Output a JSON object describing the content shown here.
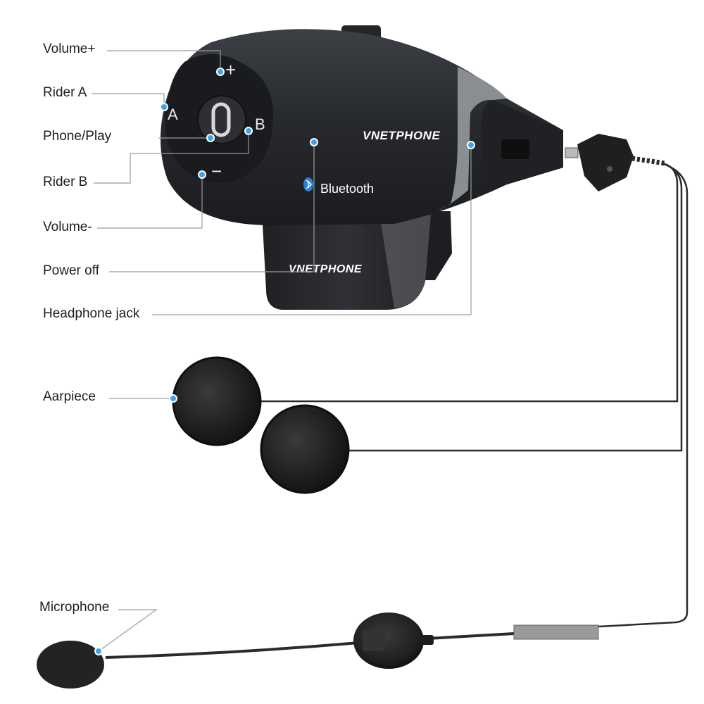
{
  "labels": {
    "volume_plus": "Volume+",
    "rider_a": "Rider A",
    "phone_play": "Phone/Play",
    "rider_b": "Rider B",
    "volume_minus": "Volume-",
    "power_off": "Power off",
    "headphone_jack": "Headphone jack",
    "earpiece": "Aarpiece",
    "microphone": "Microphone"
  },
  "device": {
    "brand": "VNETPHONE",
    "bluetooth": "Bluetooth",
    "button_a": "A",
    "button_b": "B",
    "button_plus": "+",
    "button_minus": "−"
  },
  "colors": {
    "body": "#2a2c30",
    "trim": "#8a8d92",
    "leader_line": "#9a9a9a",
    "marker": "#3fa3e6",
    "cable": "#2b2b2b",
    "label_text": "#1e1e1e"
  }
}
